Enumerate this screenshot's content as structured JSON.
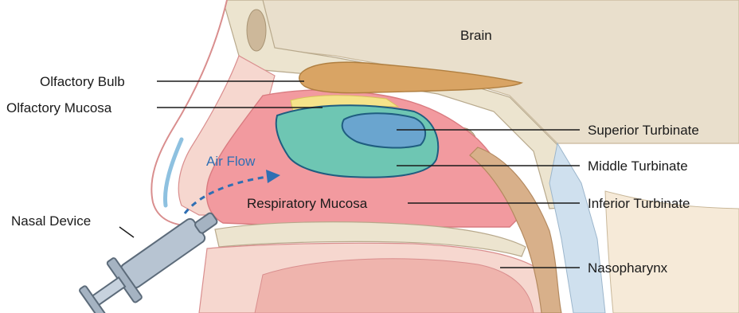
{
  "labels": {
    "brain": "Brain",
    "olfactory_bulb": "Olfactory Bulb",
    "olfactory_mucosa": "Olfactory Mucosa",
    "superior_turbinate": "Superior Turbinate",
    "middle_turbinate": "Middle Turbinate",
    "inferior_turbinate": "Inferior Turbinate",
    "respiratory_mucosa": "Respiratory Mucosa",
    "air_flow": "Air Flow",
    "nasal_device": "Nasal Device",
    "nasopharynx": "Nasopharynx"
  },
  "colors": {
    "skin": "#f6d7cf",
    "skin_outline": "#d98e8e",
    "bone": "#ece4cf",
    "bone_outline": "#b8a98c",
    "brain_tissue": "#e9dfcc",
    "olfactory_bulb": "#d9a464",
    "olfactory_mucosa": "#f5e38a",
    "nasal_cavity": "#f29a9f",
    "turbinate_teal": "#6ec6b3",
    "turbinate_blue": "#6aa5cf",
    "turbinate_outline": "#1f5d80",
    "air_flow": "#2f6fb3",
    "pharynx_tissue": "#d8b08a",
    "device_body": "#b7c4d2",
    "device_outline": "#5c6b7a"
  }
}
